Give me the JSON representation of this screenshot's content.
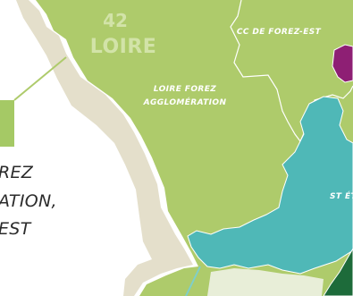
{
  "department": {
    "number": "42",
    "name": "LOIRE"
  },
  "areas": [
    {
      "key": "loire-forez",
      "lines": [
        "LOIRE FOREZ",
        "AGGLOMÉRATION"
      ]
    },
    {
      "key": "cc-forez-est",
      "lines": [
        "CC DE FOREZ-EST"
      ]
    },
    {
      "key": "st-etienne",
      "lines": [
        "ST ÉT"
      ]
    }
  ],
  "side_caption": {
    "lines": [
      "REZ",
      "ATION,",
      "EST"
    ]
  },
  "colors": {
    "department_fill": "#aecb6b",
    "river_outline": "#e4dfcb",
    "st_etienne_fill": "#4fb8b7",
    "purple_fill": "#8e1f74",
    "dark_green_fill": "#1d6b3a",
    "accent_green": "#a5c965",
    "teal_line": "#7fcfca",
    "border_white": "#ffffff"
  }
}
